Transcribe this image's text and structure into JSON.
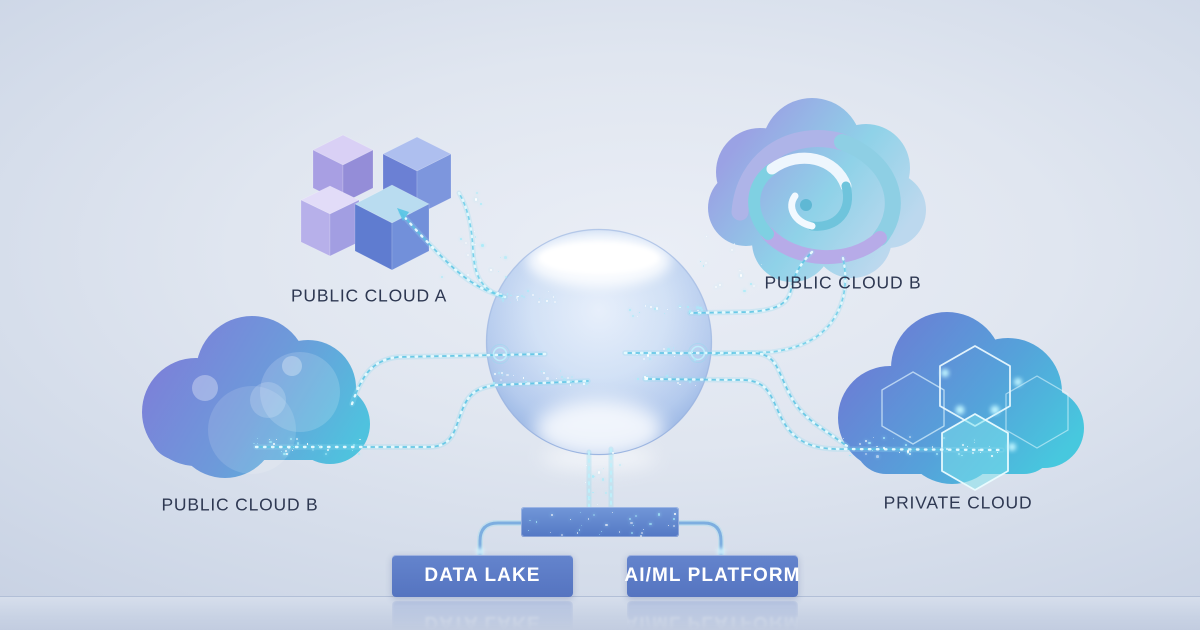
{
  "title": "Hybrid multi-cloud data architecture diagram",
  "labels": {
    "public_cloud_a": "PUBLIC CLOUD A",
    "public_cloud_b_top": "PUBLIC CLOUD B",
    "public_cloud_b_left": "PUBLIC CLOUD B",
    "private_cloud": "PRIVATE CLOUD",
    "data_lake": "DATA LAKE",
    "aiml_platform": "AI/ML PLATFORM"
  },
  "nodes": [
    {
      "id": "public-cloud-a",
      "label": "PUBLIC CLOUD A",
      "icon": "cubes-3d-icon",
      "position": "top-left"
    },
    {
      "id": "public-cloud-b-top",
      "label": "PUBLIC CLOUD B",
      "icon": "swirl-cloud-icon",
      "position": "top-right"
    },
    {
      "id": "public-cloud-b-left",
      "label": "PUBLIC CLOUD B",
      "icon": "puffy-cloud-icon",
      "position": "mid-left"
    },
    {
      "id": "private-cloud",
      "label": "PRIVATE CLOUD",
      "icon": "hexagon-cloud-icon",
      "position": "mid-right"
    },
    {
      "id": "core-sphere",
      "label": "",
      "icon": "glass-sphere",
      "position": "center"
    },
    {
      "id": "hub-bar",
      "label": "",
      "icon": "connector-bar",
      "position": "bottom-center"
    },
    {
      "id": "data-lake",
      "label": "DATA LAKE",
      "icon": "box",
      "position": "bottom-left"
    },
    {
      "id": "aiml-platform",
      "label": "AI/ML PLATFORM",
      "icon": "box",
      "position": "bottom-right"
    }
  ],
  "connections": [
    {
      "from": "public-cloud-a",
      "to": "core-sphere"
    },
    {
      "from": "public-cloud-b-top",
      "to": "core-sphere"
    },
    {
      "from": "public-cloud-b-left",
      "to": "core-sphere"
    },
    {
      "from": "private-cloud",
      "to": "core-sphere"
    },
    {
      "from": "core-sphere",
      "to": "hub-bar"
    },
    {
      "from": "hub-bar",
      "to": "data-lake"
    },
    {
      "from": "hub-bar",
      "to": "aiml-platform"
    }
  ],
  "colors": {
    "background": "#d7deeb",
    "label_text": "#2e3852",
    "box_fill": "#5b7ac7",
    "box_text": "#ffffff",
    "hub_fill": "#6488cd",
    "trace_core": "#58c4e4",
    "trace_sparkle": "#a7ecfa",
    "sphere_tint": "#b9cdee",
    "cloud_purple": "#7b80d9",
    "cloud_teal": "#4fc2de",
    "cube_blue": "#6b80d4",
    "cube_lavender": "#a89fe3"
  }
}
